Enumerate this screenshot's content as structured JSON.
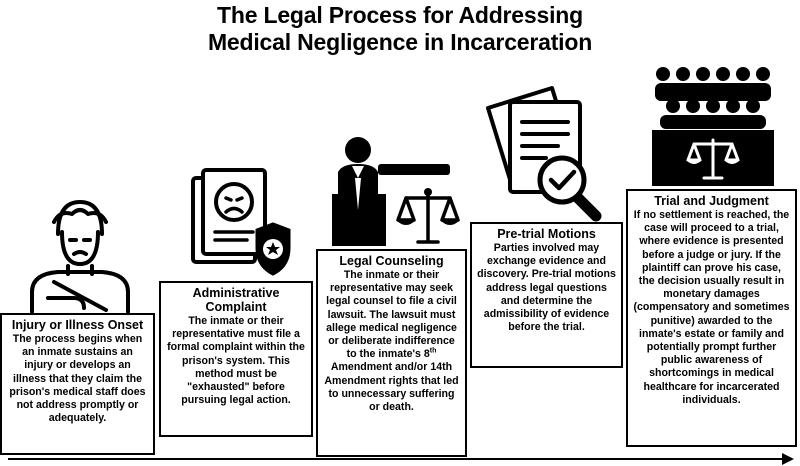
{
  "title": {
    "line1": "The Legal Process for Addressing",
    "line2": "Medical Negligence in Incarceration"
  },
  "steps": [
    {
      "title": "Injury or Illness Onset",
      "text": "The process begins when an inmate sustains an injury or develops an illness that they claim the prison's medical staff does not address promptly or adequately.",
      "icon": "injured-person-icon"
    },
    {
      "title": "Administrative Complaint",
      "text": "The inmate or their representative must file a formal complaint within the prison's system. This method must be \"exhausted\" before pursuing legal action.",
      "icon": "complaint-document-badge-icon"
    },
    {
      "title": "Legal Counseling",
      "text_part1": "The inmate or their representative may seek legal counsel to file a civil lawsuit. The lawsuit must allege medical negligence or deliberate indifference to the inmate's 8",
      "text_sup": "th",
      "text_part2": " Amendment and/or 14th Amendment rights that led to unnecessary suffering or death.",
      "icon": "lawyer-scales-icon"
    },
    {
      "title": "Pre-trial Motions",
      "text": "Parties involved may exchange evidence and discovery. Pre-trial motions address legal questions and determine the admissibility of evidence before the trial.",
      "icon": "documents-magnifier-icon"
    },
    {
      "title": "Trial and Judgment",
      "text": "If no settlement is reached, the case will proceed to a trial, where evidence is presented before a judge or jury. If the plaintiff can prove his case, the decision usually result in monetary damages (compensatory and sometimes punitive) awarded to the inmate's estate or family and potentially prompt further public awareness of shortcomings in medical healthcare for incarcerated individuals.",
      "icon": "jury-courtroom-icon"
    }
  ]
}
